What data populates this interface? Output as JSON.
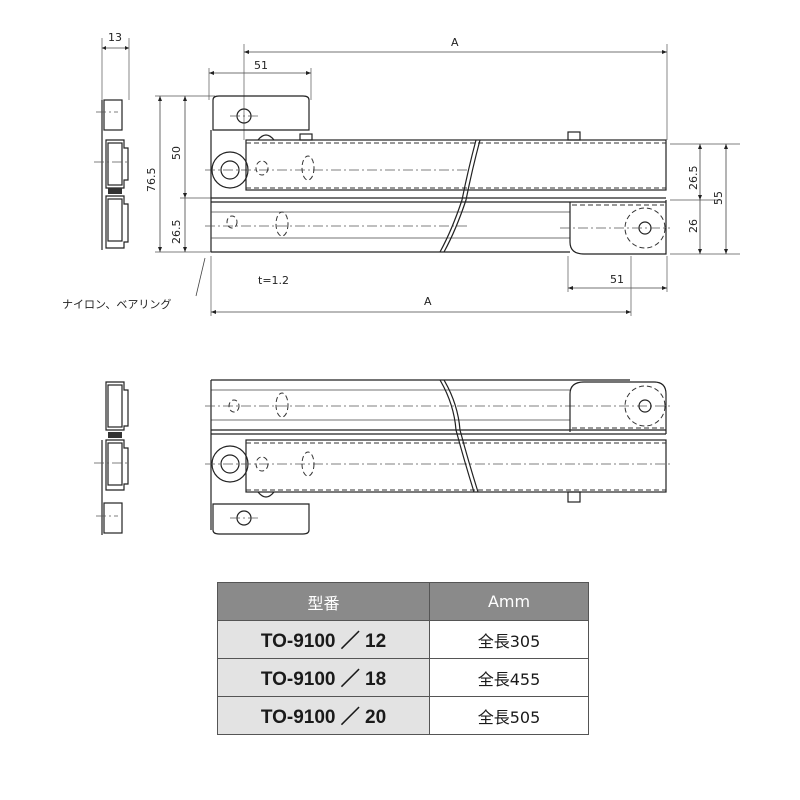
{
  "drawing": {
    "top_view": {
      "dimensions": {
        "side_width": "13",
        "overall_length": "A",
        "bracket_width_left": "51",
        "total_height": "76.5",
        "upper_height": "50",
        "lower_height_left": "26.5",
        "right_upper_height": "26.5",
        "right_lower_height": "26",
        "right_total_height": "55",
        "bracket_width_right": "51",
        "bottom_length": "A"
      },
      "notes": {
        "thickness": "t=1.2",
        "bearing_label": "ナイロン、ベアリング"
      }
    },
    "bottom_view": {
      "description": "Mirrored view of the slide rail"
    }
  },
  "spec_table": {
    "headers": [
      "型番",
      "Amm"
    ],
    "rows": [
      {
        "model": "TO-9100 ／ 12",
        "length": "全長305"
      },
      {
        "model": "TO-9100 ／ 18",
        "length": "全長455"
      },
      {
        "model": "TO-9100 ／ 20",
        "length": "全長505"
      }
    ],
    "colors": {
      "header_bg": "#8a8a8a",
      "header_text": "#ffffff",
      "model_bg": "#e3e3e3",
      "border": "#555555"
    }
  }
}
